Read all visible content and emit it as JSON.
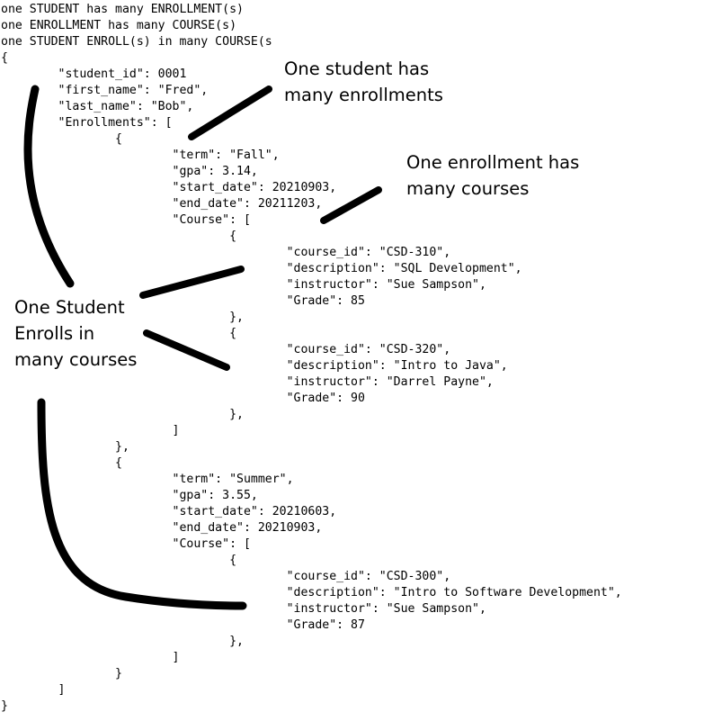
{
  "header_lines": [
    "one STUDENT has many ENROLLMENT(s)",
    "one ENROLLMENT has many COURSE(s)",
    "one STUDENT ENROLL(s) in many COURSE(s"
  ],
  "code_lines": [
    "{",
    "        \"student_id\": 0001",
    "        \"first_name\": \"Fred\",",
    "        \"last_name\": \"Bob\",",
    "        \"Enrollments\": [",
    "                {",
    "                        \"term\": \"Fall\",",
    "                        \"gpa\": 3.14,",
    "                        \"start_date\": 20210903,",
    "                        \"end_date\": 20211203,",
    "                        \"Course\": [",
    "                                {",
    "                                        \"course_id\": \"CSD-310\",",
    "                                        \"description\": \"SQL Development\",",
    "                                        \"instructor\": \"Sue Sampson\",",
    "                                        \"Grade\": 85",
    "                                },",
    "                                {",
    "                                        \"course_id\": \"CSD-320\",",
    "                                        \"description\": \"Intro to Java\",",
    "                                        \"instructor\": \"Darrel Payne\",",
    "                                        \"Grade\": 90",
    "                                },",
    "                        ]",
    "                },",
    "                {",
    "                        \"term\": \"Summer\",",
    "                        \"gpa\": 3.55,",
    "                        \"start_date\": 20210603,",
    "                        \"end_date\": 20210903,",
    "                        \"Course\": [",
    "                                {",
    "                                        \"course_id\": \"CSD-300\",",
    "                                        \"description\": \"Intro to Software Development\",",
    "                                        \"instructor\": \"Sue Sampson\",",
    "                                        \"Grade\": 87",
    "                                },",
    "                        ]",
    "                }",
    "        ]",
    "}"
  ],
  "annotations": {
    "student_enrollments": [
      "One student has",
      "many enrollments"
    ],
    "enrollment_courses": [
      "One enrollment has",
      "many courses"
    ],
    "student_courses": [
      "One Student",
      "Enrolls in",
      "many courses"
    ]
  }
}
